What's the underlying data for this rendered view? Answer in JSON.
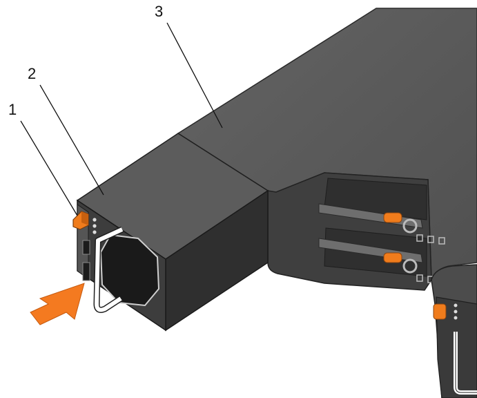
{
  "callouts": [
    {
      "id": "1",
      "label": "1"
    },
    {
      "id": "2",
      "label": "2"
    },
    {
      "id": "3",
      "label": "3"
    }
  ],
  "colors": {
    "chassis_top": "#595959",
    "chassis_side": "#474747",
    "chassis_dark": "#363636",
    "psu_top": "#5b5b5b",
    "psu_front": "#3e3e3e",
    "psu_side": "#2e2e2e",
    "release_tab": "#f07c1c",
    "insert_arrow": "#f47a20",
    "handle": "#ffffff"
  },
  "icons": {
    "release_tab": "orange-release-tab-icon",
    "insert_arrow": "insert-direction-arrow-icon",
    "handle": "psu-handle-icon"
  }
}
